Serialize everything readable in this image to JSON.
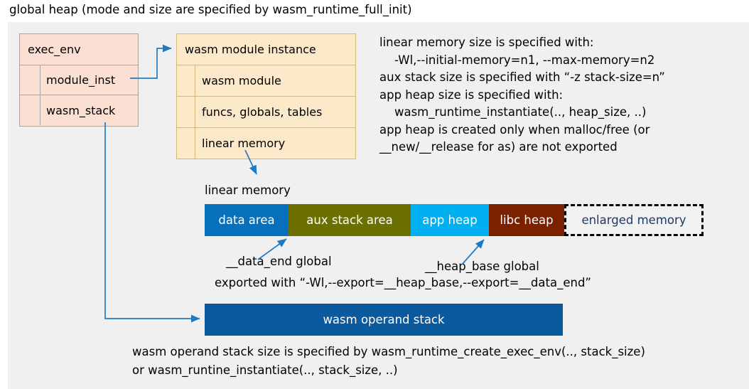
{
  "title": "global heap (mode and size are specified by wasm_runtime_full_init)",
  "colors": {
    "panel_bg": "#f0f0f0",
    "exec_env_fill": "#fbdfd3",
    "exec_env_border": "#a6a6a6",
    "module_fill": "#fce9c9",
    "module_border": "#d9b877",
    "arrow": "#1f7ac4",
    "data_area": "#0770bd",
    "aux_stack_area": "#6b7000",
    "app_heap": "#00b0f0",
    "libc_heap": "#7c2100",
    "enlarged_memory_text": "#1f3864",
    "operand_stack": "#0c5a9e"
  },
  "exec_env": {
    "header": "exec_env",
    "rows": [
      {
        "label": "module_inst"
      },
      {
        "label": "wasm_stack"
      }
    ]
  },
  "module_instance": {
    "header": "wasm module instance",
    "rows": [
      {
        "label": "wasm module"
      },
      {
        "label": "funcs, globals, tables"
      },
      {
        "label": "linear memory"
      }
    ]
  },
  "notes": "linear memory size is specified with:\n    -Wl,--initial-memory=n1, --max-memory=n2\naux stack size is specified with “-z stack-size=n”\napp heap size is specified with:\n    wasm_runtime_instantiate(.., heap_size, ..)\napp heap is created only when malloc/free (or\n__new/__release for as) are not exported",
  "linear_memory": {
    "label": "linear memory",
    "segments": [
      {
        "label": "data area",
        "color": "#0770bd",
        "width": 118,
        "dashed": false
      },
      {
        "label": "aux stack area",
        "color": "#6b7000",
        "width": 172,
        "dashed": false
      },
      {
        "label": "app heap",
        "color": "#00b0f0",
        "width": 110,
        "dashed": false
      },
      {
        "label": "libc heap",
        "color": "#7c2100",
        "width": 106,
        "dashed": false
      },
      {
        "label": "enlarged memory",
        "color": "#f2f2f2",
        "width": 196,
        "dashed": true
      }
    ]
  },
  "callouts": {
    "data_end": "__data_end global",
    "heap_base": "__heap_base global",
    "exported": "exported with “-Wl,--export=__heap_base,--export=__data_end”"
  },
  "operand_stack": {
    "label": "wasm operand stack",
    "note": "wasm operand stack size is specified by wasm_runtime_create_exec_env(.., stack_size)\nor wasm_runtine_instantiate(.., stack_size, ..)"
  }
}
